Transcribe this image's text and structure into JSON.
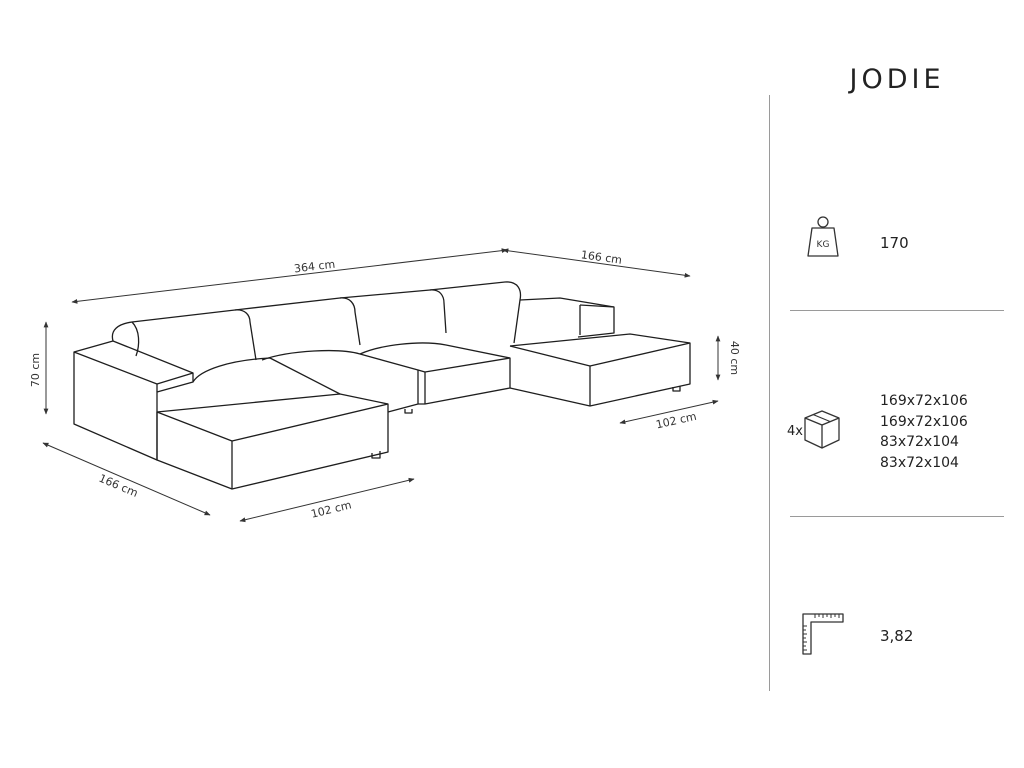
{
  "product": {
    "name": "JODIE"
  },
  "dimensions": {
    "total_width": "364 cm",
    "right_depth": "166 cm",
    "left_depth": "166 cm",
    "height": "70 cm",
    "seat_height": "40 cm",
    "front_chaise_width": "102 cm",
    "right_chaise_width": "102 cm"
  },
  "specs": {
    "weight": {
      "icon": "weight-icon",
      "icon_label": "KG",
      "value": "170"
    },
    "packages": {
      "icon": "box-icon",
      "count": "4x",
      "sizes": [
        "169x72x106",
        "169x72x106",
        "83x72x104",
        "83x72x104"
      ]
    },
    "area": {
      "icon": "ruler-corner-icon",
      "value": "3,82"
    }
  }
}
